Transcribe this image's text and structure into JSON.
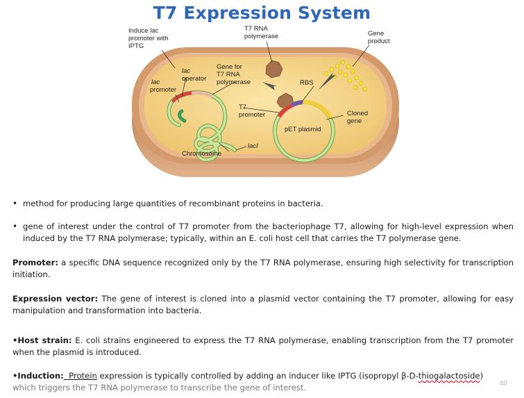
{
  "title": "T7 Expression System",
  "diagram": {
    "labels": {
      "induce_line1": "Induce",
      "induce_lac": "lac",
      "induce_line2": "promoter with",
      "induce_line3": "IPTG",
      "t7rna_line1": "T7 RNA",
      "t7rna_line2": "polymerase",
      "gene_product_line1": "Gene",
      "gene_product_line2": "product",
      "lac_op_line1": "lac",
      "lac_op_line2": "operator",
      "lac_prom_line1": "lac",
      "lac_prom_line2": "promoter",
      "gene_for_line1": "Gene for",
      "gene_for_line2": "T7 RNA",
      "gene_for_line3": "polymerase",
      "rbs": "RBS",
      "t7prom_line1": "T7",
      "t7prom_line2": "promoter",
      "cloned_line1": "Cloned",
      "cloned_line2": "gene",
      "pet": "pET plasmid",
      "chromosome": "Chromosome",
      "laci": "lacI"
    }
  },
  "bullets": [
    "method for producing large quantities of recombinant proteins in bacteria.",
    "gene of interest under the control of T7 promoter from the bacteriophage T7, allowing for high-level expression when induced by the T7 RNA polymerase; typically, within an E. coli host cell that carries the T7 polymerase gene."
  ],
  "promoter": {
    "term": "Promoter:",
    "text": " a specific DNA sequence recognized only by the T7 RNA polymerase, ensuring high selectivity for transcription initiation."
  },
  "vector": {
    "term": "Expression vector:",
    "text": " The gene of interest is cloned into a plasmid vector containing the T7 promoter, allowing for easy manipulation and transformation into bacteria."
  },
  "host": {
    "term": "•Host strain:",
    "text": " E. coli strains engineered to express the T7 RNA polymerase, enabling transcription from the T7 promoter when the plasmid is introduced."
  },
  "induction": {
    "term": "•Induction:",
    "space": "  ",
    "protein": "Protein",
    "text1": " expression is typically controlled by adding an inducer like IPTG (isopropyl β-D-",
    "thio": "thiogalactoside",
    "text2": ")",
    "line2": "which triggers the T7 RNA polymerase to transcribe the gene of interest."
  },
  "page_number": "40",
  "colors": {
    "title": "#2e66b8",
    "cell_interior": "#f4d88a",
    "cell_wall": "#c98b5b",
    "dna": "#bfe08a",
    "product": "#f2e430"
  }
}
